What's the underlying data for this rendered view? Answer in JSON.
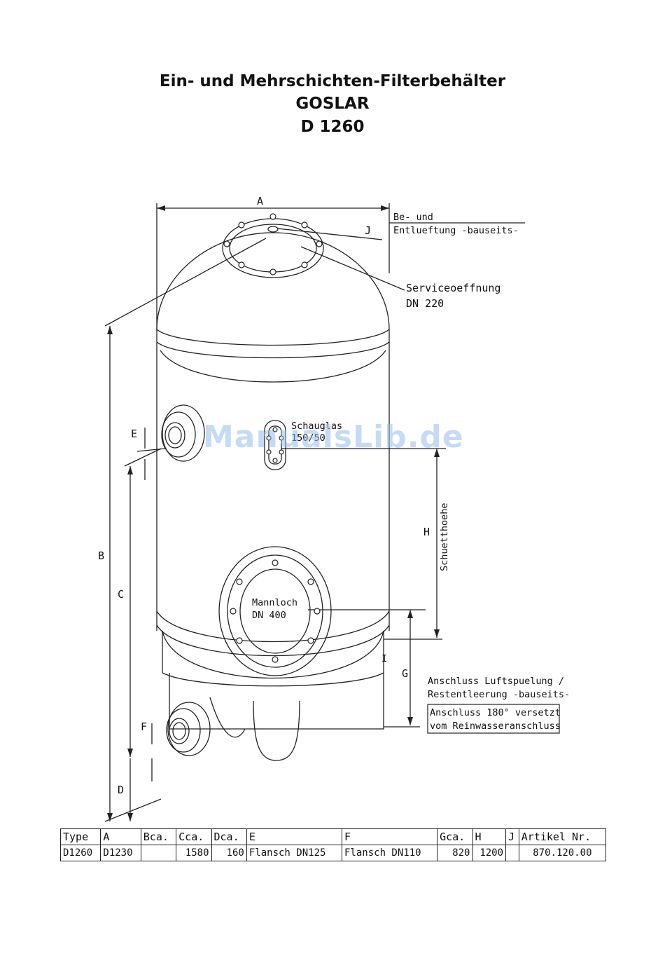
{
  "header": {
    "line1": "Ein- und Mehrschichten-Filterbehälter",
    "line2": "GOSLAR",
    "line3": "D 1260"
  },
  "drawing": {
    "dim_a": "A",
    "dim_b": "B",
    "dim_c": "C",
    "dim_d": "D",
    "dim_e": "E",
    "dim_f": "F",
    "dim_g": "G",
    "dim_h": "H",
    "dim_j": "J",
    "dim_i": "I",
    "vent_line1": "Be- und",
    "vent_line2": "Entlueftung -bauseits-",
    "service_line1": "Serviceoeffnung",
    "service_line2": "DN 220",
    "sightglass_line1": "Schauglas",
    "sightglass_line2": "150/50",
    "manhole_line1": "Mannloch",
    "manhole_line2": "DN 400",
    "fill_height": "Schuetthoehe",
    "air_line1": "Anschluss Luftspuelung /",
    "air_line2": "Restentleerung -bauseits-",
    "box_line1": "Anschluss 180° versetzt",
    "box_line2": "vom Reinwasseranschluss",
    "watermark": "ManualsLib.de"
  },
  "table": {
    "headers": [
      "Type",
      "A",
      "Bca.",
      "Cca.",
      "Dca.",
      "E",
      "F",
      "Gca.",
      "H",
      "J",
      "Artikel Nr."
    ],
    "row": [
      "D1260",
      "D1230",
      "",
      "1580",
      "160",
      "Flansch DN125",
      "Flansch DN110",
      "820",
      "1200",
      "",
      "870.120.00"
    ]
  }
}
